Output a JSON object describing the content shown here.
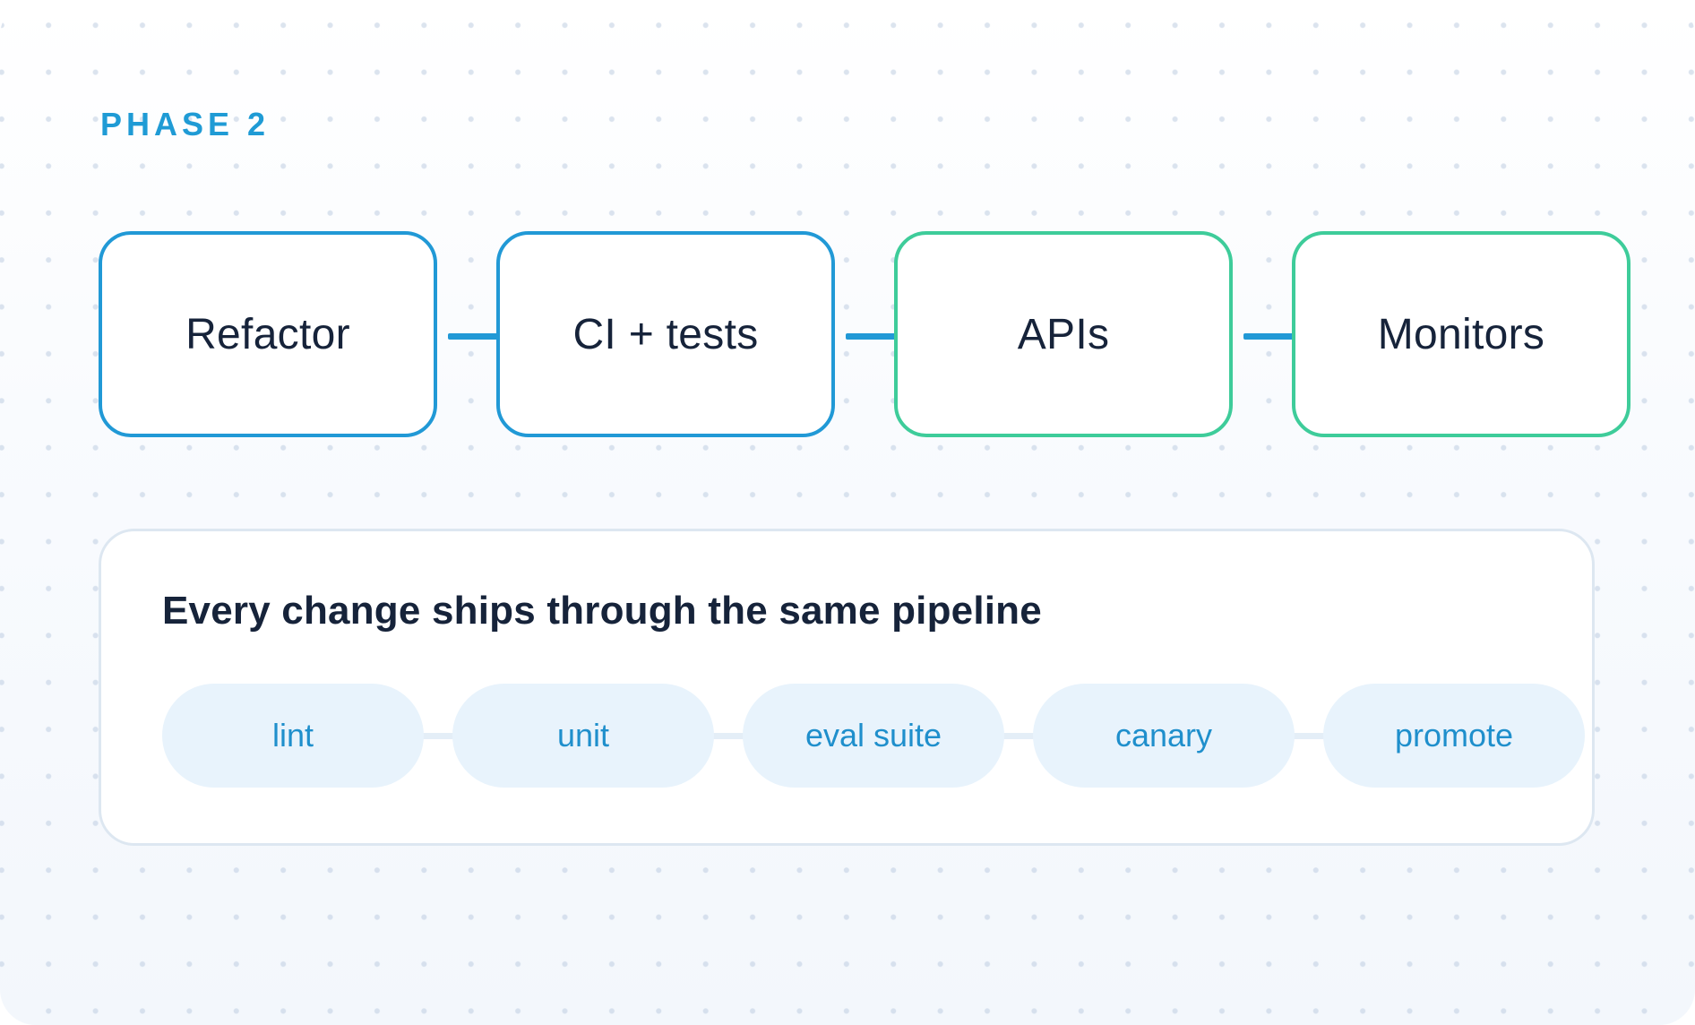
{
  "phase": {
    "label": "PHASE 2"
  },
  "stages": [
    {
      "label": "Refactor",
      "accent": "#2199d6"
    },
    {
      "label": "CI + tests",
      "accent": "#2199d6"
    },
    {
      "label": "APIs",
      "accent": "#3ecc9a"
    },
    {
      "label": "Monitors",
      "accent": "#3ecc9a"
    }
  ],
  "pipeline": {
    "title": "Every change ships through the same pipeline",
    "steps": [
      "lint",
      "unit",
      "eval suite",
      "canary",
      "promote"
    ]
  },
  "colors": {
    "blue_accent": "#2199d6",
    "green_accent": "#3ecc9a",
    "text_dark": "#16233a",
    "pill_bg": "#e8f3fc",
    "pill_text": "#1f8fcc"
  }
}
